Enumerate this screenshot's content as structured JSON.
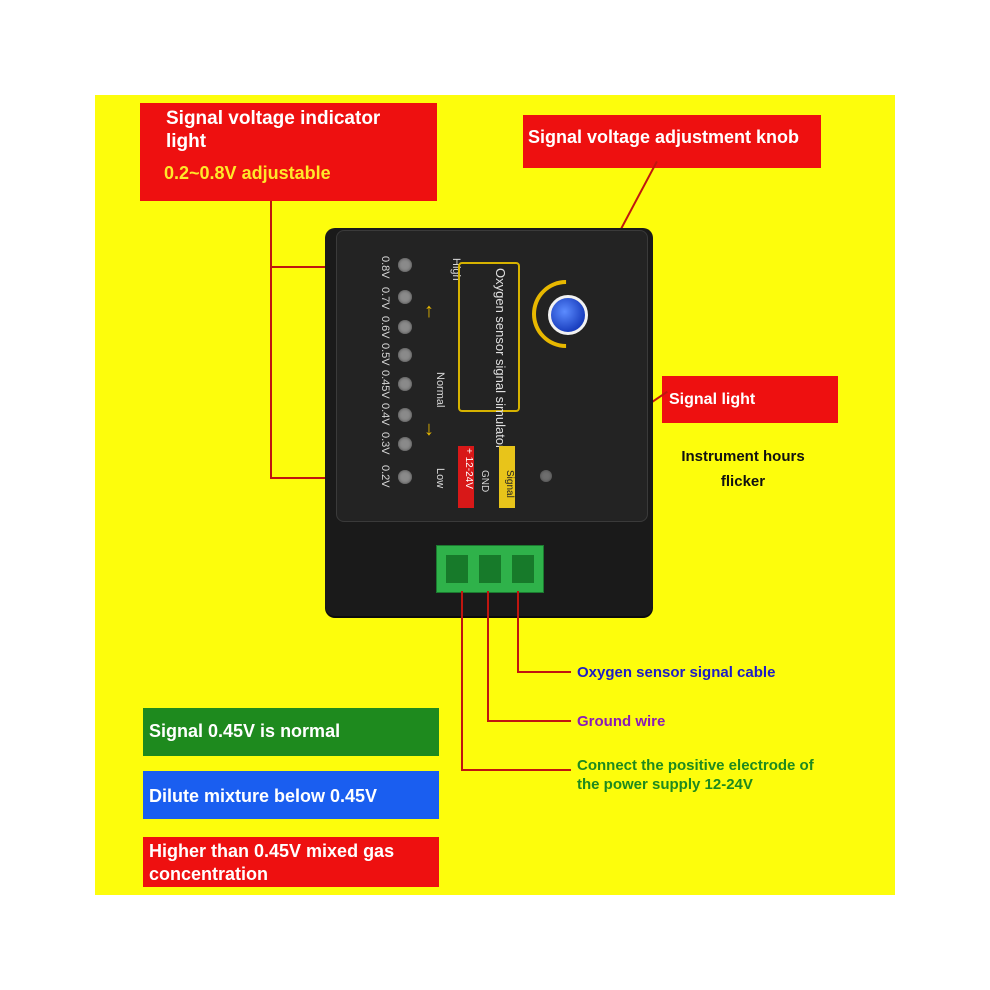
{
  "labels": {
    "indicator_title": "Signal voltage indicator light",
    "indicator_range": "0.2~0.8V adjustable",
    "knob": "Signal voltage adjustment knob",
    "signal_light": "Signal light",
    "instrument": "Instrument hours flicker",
    "oxygen_cable": "Oxygen sensor signal cable",
    "ground": "Ground wire",
    "positive": "Connect the positive electrode of the power supply 12-24V",
    "normal": "Signal 0.45V is normal",
    "dilute": "Dilute mixture below 0.45V",
    "higher": "Higher than 0.45V mixed gas concentration"
  },
  "device": {
    "voltages": [
      "0.8V",
      "0.7V",
      "0.6V",
      "0.5V",
      "0.45V",
      "0.4V",
      "0.3V",
      "0.2V"
    ],
    "high": "High",
    "normal": "Normal",
    "low": "Low",
    "name": "Oxygen sensor signal simulator",
    "terminal_power": "+ 12-24V",
    "terminal_gnd": "GND",
    "terminal_signal": "Signal"
  },
  "colors": {
    "background": "#fdfd0c",
    "red": "#ee1010",
    "green": "#1e8a1e",
    "blue": "#1a5ef0",
    "annotation_blue": "#1c1cc8",
    "annotation_purple": "#8a1cb8",
    "annotation_green": "#1e8a1e",
    "device": "#1a1a1a"
  }
}
